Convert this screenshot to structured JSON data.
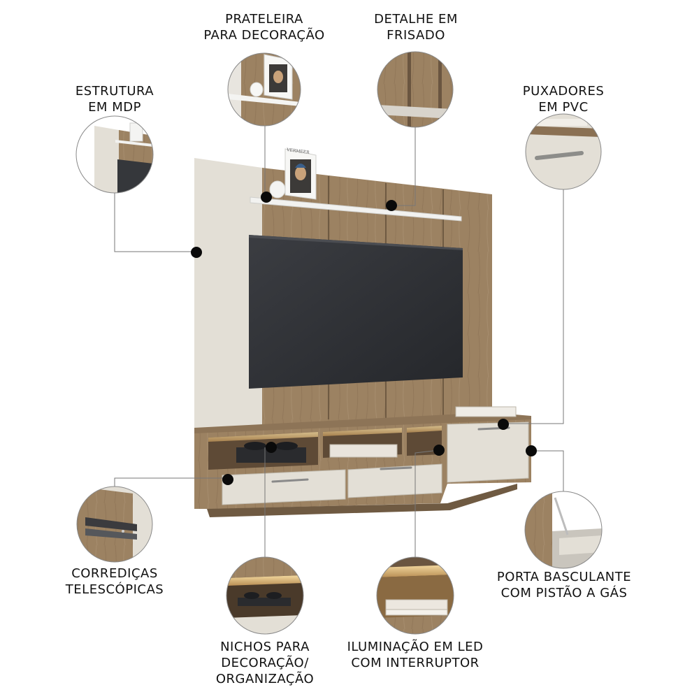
{
  "colors": {
    "wood": "#9c8262",
    "wood_dark": "#7f6548",
    "cream": "#e3dfd6",
    "tv": "#2f3136",
    "shelf": "#f2f2f0",
    "line": "#777777",
    "dot": "#0a0a0a"
  },
  "callouts": [
    {
      "id": "shelf",
      "lines": [
        "PRATELEIRA",
        "PARA DECORAÇÃO"
      ]
    },
    {
      "id": "fluted",
      "lines": [
        "DETALHE EM",
        "FRISADO"
      ]
    },
    {
      "id": "mdp",
      "lines": [
        "ESTRUTURA",
        "EM MDP"
      ]
    },
    {
      "id": "handles",
      "lines": [
        "PUXADORES",
        "EM PVC"
      ]
    },
    {
      "id": "slides",
      "lines": [
        "CORREDIÇAS",
        "TELESCÓPICAS"
      ]
    },
    {
      "id": "niches",
      "lines": [
        "NICHOS PARA",
        "DECORAÇÃO/",
        "ORGANIZAÇÃO"
      ]
    },
    {
      "id": "led",
      "lines": [
        "ILUMINAÇÃO EM LED",
        "COM INTERRUPTOR"
      ]
    },
    {
      "id": "flapdoor",
      "lines": [
        "PORTA BASCULANTE",
        "COM PISTÃO A GÁS"
      ]
    }
  ],
  "decor": {
    "book_text": "VERMEER"
  }
}
